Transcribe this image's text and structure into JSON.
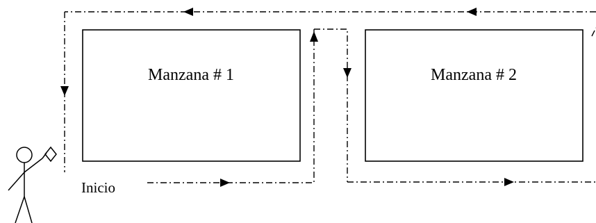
{
  "blocks": [
    {
      "label": "Manzana # 1"
    },
    {
      "label": "Manzana # 2"
    }
  ],
  "start_label": "Inicio",
  "colors": {
    "line": "#000000",
    "background": "#ffffff"
  },
  "icons": [
    "person-icon",
    "flag-icon",
    "arrow-icon"
  ]
}
